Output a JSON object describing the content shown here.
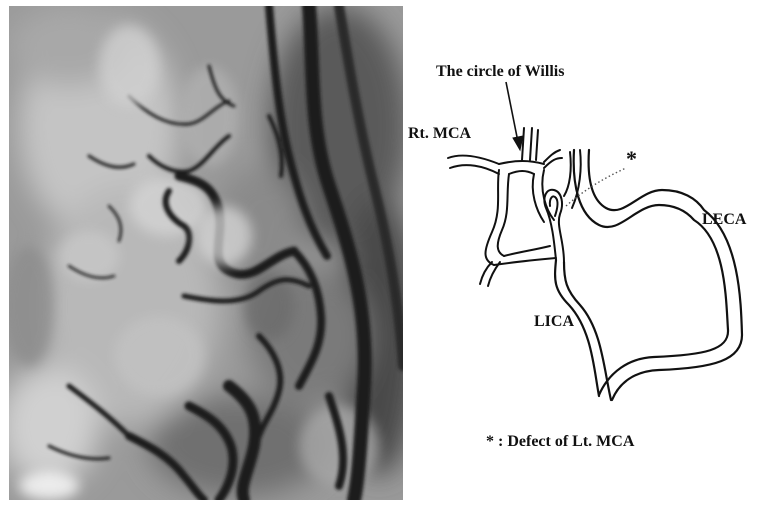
{
  "labels": {
    "circle_of_willis": "The circle of Willis",
    "rt_mca": "Rt. MCA",
    "asterisk": "*",
    "leca": "LECA",
    "lica": "LICA",
    "legend": "* : Defect of Lt. MCA"
  },
  "colors": {
    "vessel_outline": "#111111",
    "vessel_fill": "#ffffff",
    "angiogram_base": "#9b9b9b"
  }
}
